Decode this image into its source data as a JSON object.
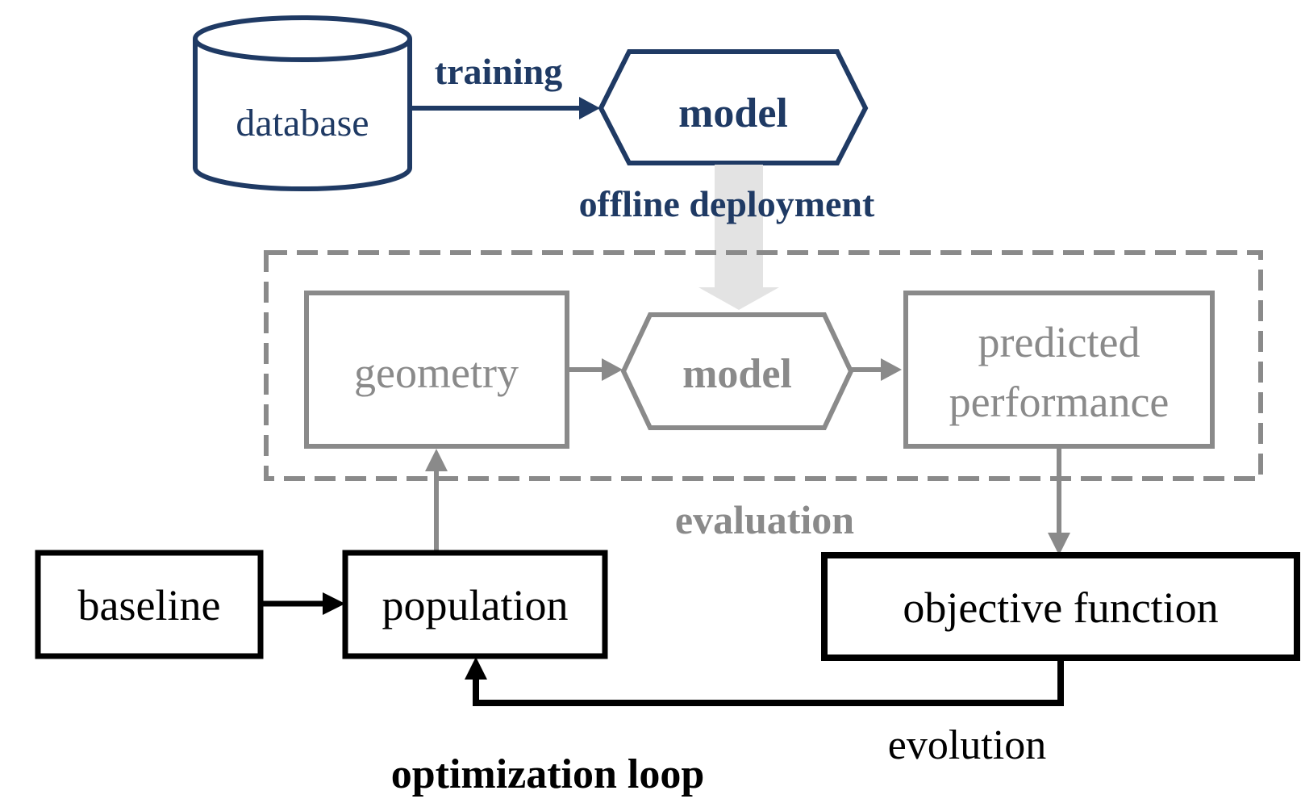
{
  "top": {
    "database_label": "database",
    "training_label": "training",
    "model_label": "model",
    "deployment_label": "offline deployment"
  },
  "evaluation": {
    "geometry_label": "geometry",
    "model_label": "model",
    "predicted_line1": "predicted",
    "predicted_line2": "performance",
    "caption": "evaluation"
  },
  "loop": {
    "baseline_label": "baseline",
    "population_label": "population",
    "objective_label": "objective function",
    "evolution_label": "evolution",
    "caption": "optimization loop"
  },
  "colors": {
    "navy": "#1f3a64",
    "gray": "#8a8a8a",
    "light_gray": "#e3e3e3",
    "black": "#000000"
  }
}
